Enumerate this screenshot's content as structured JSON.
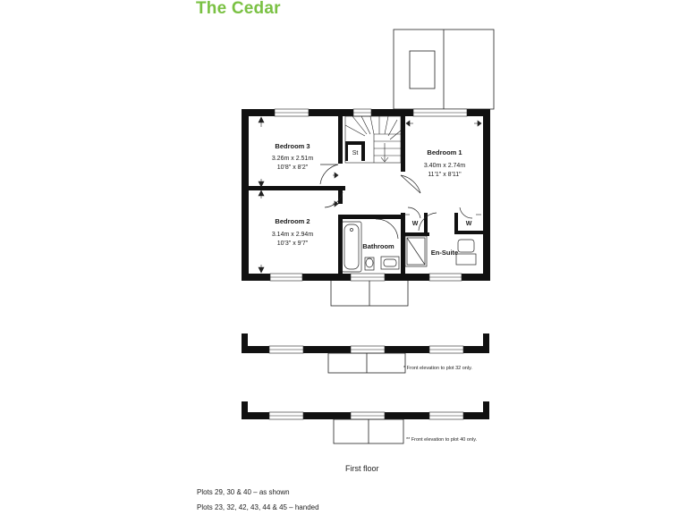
{
  "header": {
    "title": "The Cedar",
    "title_color": "#7ac143"
  },
  "rooms": {
    "bedroom3": {
      "name": "Bedroom 3",
      "metric": "3.26m x 2.51m",
      "imperial": "10'8\" x 8'2\""
    },
    "bedroom2": {
      "name": "Bedroom 2",
      "metric": "3.14m x 2.94m",
      "imperial": "10'3\" x 9'7\""
    },
    "bedroom1": {
      "name": "Bedroom 1",
      "metric": "3.40m x 2.74m",
      "imperial": "11'1\" x 8'11\""
    },
    "bathroom": {
      "name": "Bathroom"
    },
    "ensuite": {
      "name": "En-Suite"
    },
    "store": {
      "name": "St"
    },
    "wardrobe": {
      "name": "W"
    }
  },
  "elevations": {
    "plot32_note": "* Front elevation to plot 32 only.",
    "plot40_note": "** Front elevation to plot 40 only."
  },
  "floor_label": "First floor",
  "plots": {
    "as_shown": "Plots 29, 30 & 40 – as shown",
    "handed": "Plots 23, 32, 42, 43, 44 & 45 – handed"
  }
}
